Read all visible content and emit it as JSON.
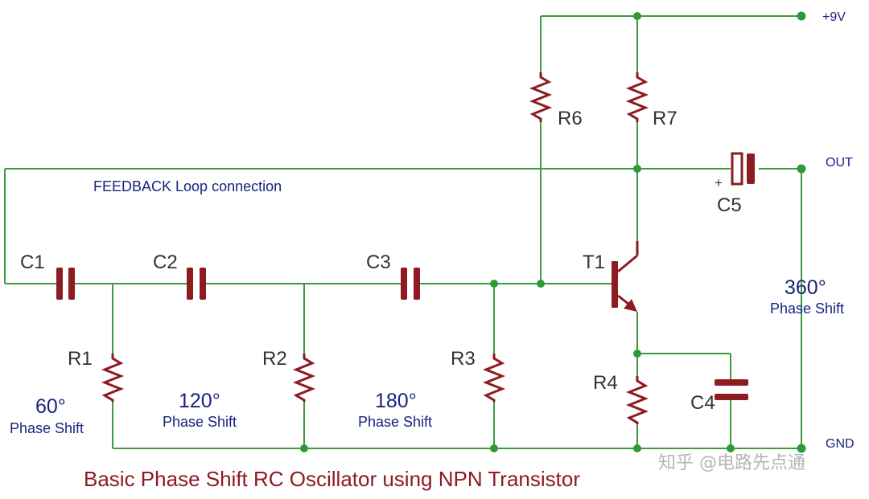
{
  "labels": {
    "supply": "+9V",
    "out": "OUT",
    "gnd": "GND",
    "feedback": "FEEDBACK Loop connection",
    "c1": "C1",
    "c2": "C2",
    "c3": "C3",
    "c4": "C4",
    "c5": "C5",
    "r1": "R1",
    "r2": "R2",
    "r3": "R3",
    "r4": "R4",
    "r6": "R6",
    "r7": "R7",
    "t1": "T1",
    "c5_plus": "+"
  },
  "phase_shifts": {
    "p60": {
      "value": "60°",
      "label": "Phase Shift"
    },
    "p120": {
      "value": "120°",
      "label": "Phase Shift"
    },
    "p180": {
      "value": "180°",
      "label": "Phase Shift"
    },
    "p360": {
      "value": "360°",
      "label": "Phase Shift"
    }
  },
  "caption": "Basic Phase Shift RC Oscillator using NPN Transistor",
  "watermark": "知乎 @电路先点通",
  "colors": {
    "wire": "#3f9a3f",
    "component": "#8e1b22",
    "node": "#2f9a35",
    "text": "#1a237e"
  }
}
